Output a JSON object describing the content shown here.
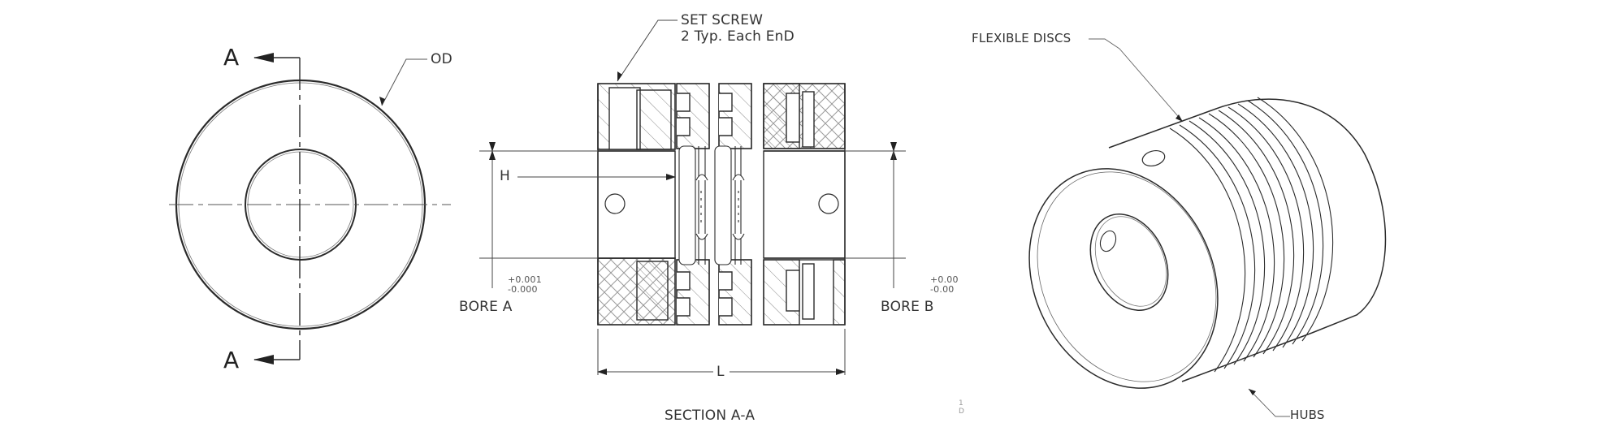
{
  "front_view": {
    "section_marker_top": "A",
    "section_marker_bottom": "A",
    "od_label": "OD"
  },
  "section_view": {
    "set_screw_line1": "SET SCREW",
    "set_screw_line2": "2 Typ. Each EnD",
    "h_label": "H",
    "bore_a_label": "BORE A",
    "bore_a_tol_plus": "+0.001",
    "bore_a_tol_minus": "-0.000",
    "bore_b_label": "BORE B",
    "bore_b_tol_plus": "+0.00",
    "bore_b_tol_minus": "-0.00",
    "length_label": "L",
    "caption": "SECTION A-A"
  },
  "iso_view": {
    "flexible_discs_label": "FLEXIBLE DISCS",
    "hubs_label": "HUBS"
  },
  "margin_marks": {
    "mid_mark_1": "1",
    "mid_mark_2": "D"
  },
  "colors": {
    "line": "#2b2b2b",
    "hatch": "#8a8a8a",
    "background": "#ffffff"
  }
}
